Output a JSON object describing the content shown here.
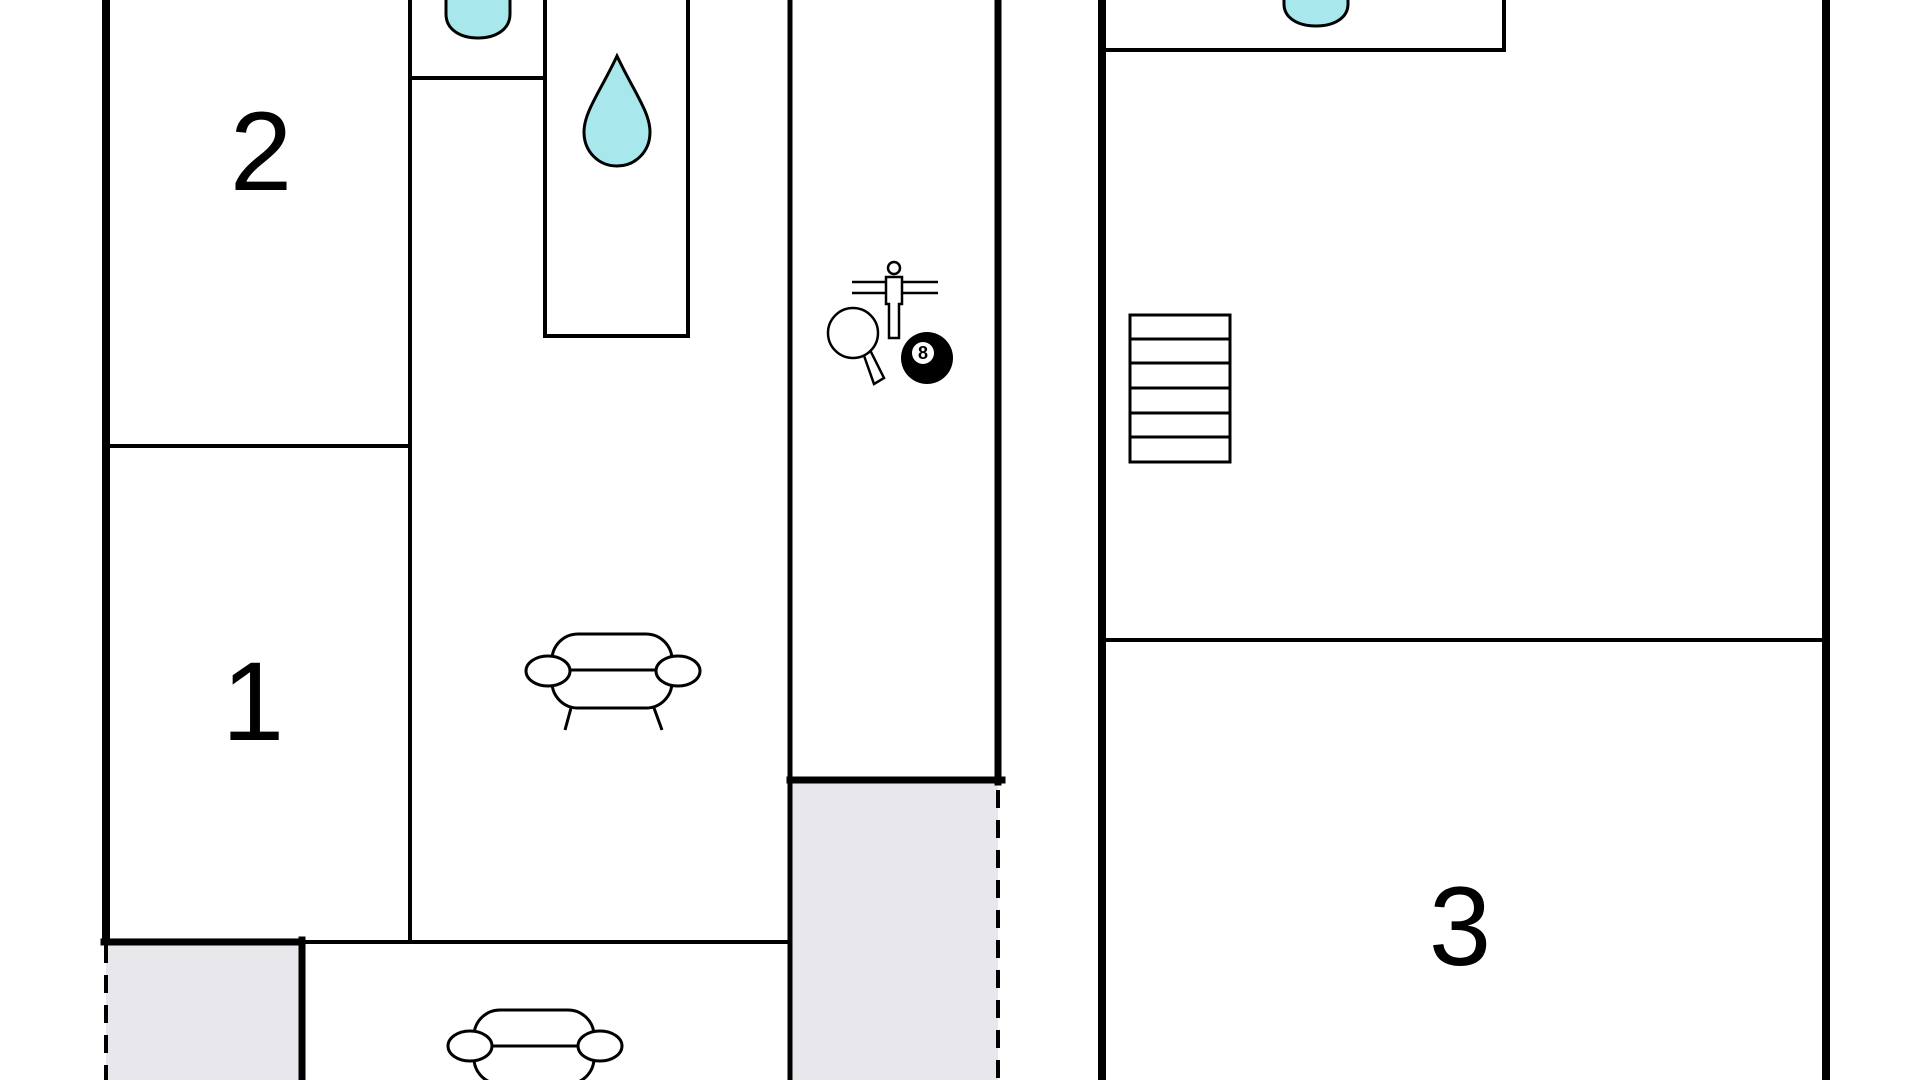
{
  "colors": {
    "wall": "#000000",
    "water": "#a8e8ec",
    "terrace": "#e8e8ec",
    "background": "#ffffff"
  },
  "rooms": {
    "room_2_label": "2",
    "room_1_label": "1",
    "room_3_label": "3"
  },
  "icons": {
    "water_drop": "water-drop-icon",
    "sofa": "sofa-icon",
    "table_football": "table-football-icon",
    "table_tennis": "table-tennis-icon",
    "billiard_ball": "billiard-ball-icon",
    "staircase": "staircase-icon"
  },
  "billiard_ball_label": "8"
}
